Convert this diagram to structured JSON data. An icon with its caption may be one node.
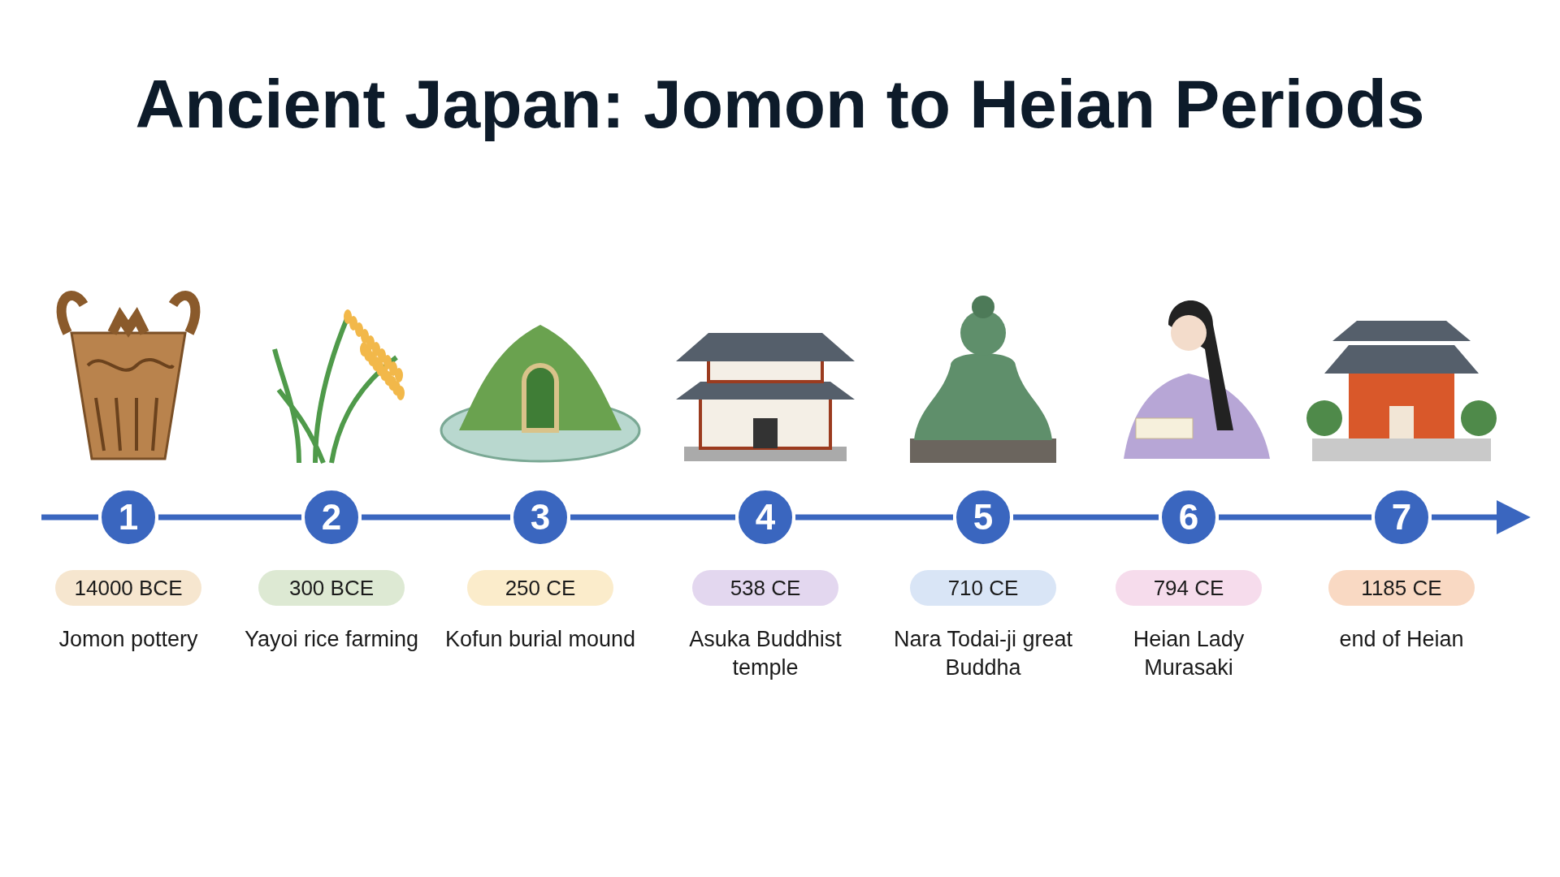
{
  "diagram": {
    "title": "Ancient Japan: Jomon to Heian Periods",
    "nodes": [
      {
        "text": [
          "1"
        ],
        "beside": [
          "14000 BCE",
          "Jomon pottery"
        ]
      },
      {
        "text": [
          "2"
        ],
        "beside": [
          "300 BCE",
          "Yayoi rice farming"
        ]
      },
      {
        "text": [
          "3"
        ],
        "beside": [
          "250 CE",
          "Kofun burial mound"
        ]
      },
      {
        "text": [
          "4"
        ],
        "beside": [
          "538 CE",
          "Asuka Buddhist temple"
        ]
      },
      {
        "text": [
          "5"
        ],
        "beside": [
          "710 CE",
          "Nara Todai-ji great Buddha"
        ]
      },
      {
        "text": [
          "6"
        ],
        "beside": [
          "794 CE",
          "Heian Lady Murasaki"
        ]
      },
      {
        "text": [
          "7"
        ],
        "beside": [
          "1185 CE",
          "end of Heian"
        ]
      }
    ],
    "edges": [
      {
        "from": null,
        "to": 0,
        "arrow": "none"
      },
      {
        "from": 0,
        "to": 1,
        "arrow": "none"
      },
      {
        "from": 1,
        "to": 2,
        "arrow": "none"
      },
      {
        "from": 2,
        "to": 3,
        "arrow": "none"
      },
      {
        "from": 3,
        "to": 4,
        "arrow": "none"
      },
      {
        "from": 4,
        "to": 5,
        "arrow": "none"
      },
      {
        "from": 5,
        "to": 6,
        "arrow": "none"
      },
      {
        "from": 6,
        "to": null,
        "arrow": "to"
      }
    ]
  }
}
